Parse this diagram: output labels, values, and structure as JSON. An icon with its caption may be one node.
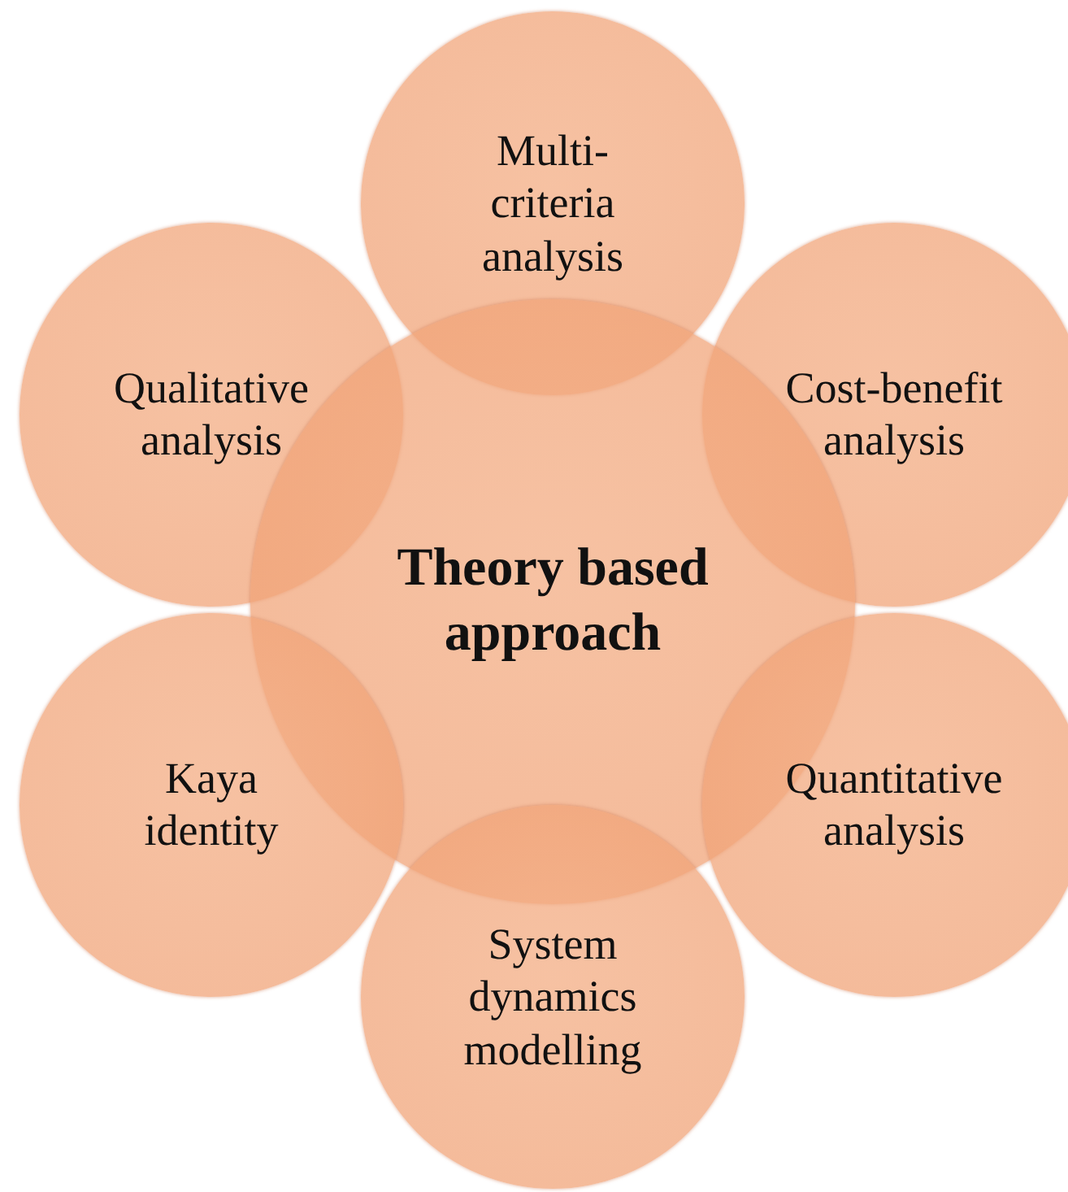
{
  "diagram": {
    "nodes": [
      {
        "text": [
          "Multi-criteria analysis"
        ]
      },
      {
        "text": [
          "Qualitative analysis"
        ]
      },
      {
        "text": [
          "Cost-benefit analysis"
        ]
      },
      {
        "text": [
          "Theory based approach"
        ]
      },
      {
        "text": [
          "Kaya identity"
        ]
      },
      {
        "text": [
          "Quantitative analysis"
        ]
      },
      {
        "text": [
          "System dynamics modelling"
        ]
      }
    ]
  }
}
